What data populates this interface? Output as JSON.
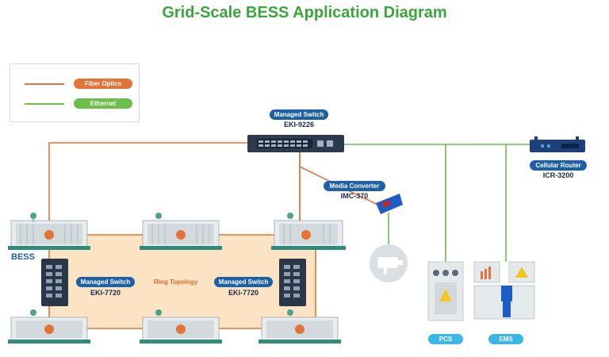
{
  "title": "Grid-Scale BESS Application Diagram",
  "legend": {
    "fiber": {
      "label": "Fiber Optics",
      "color": "#e2733b"
    },
    "ethernet": {
      "label": "Ethernet",
      "color": "#6cbf4b"
    }
  },
  "devices": {
    "core_switch": {
      "role": "Managed Switch",
      "model": "EKI-9226"
    },
    "media_converter": {
      "role": "Media Converter",
      "model": "IMC-370"
    },
    "cellular_router": {
      "role": "Cellular Router",
      "model": "ICR-3200"
    },
    "left_switch": {
      "role": "Managed Switch",
      "model": "EKI-7720"
    },
    "right_switch": {
      "role": "Managed Switch",
      "model": "EKI-7720"
    }
  },
  "bess_label": "BESS",
  "ring_label": "Ring Topology",
  "pcs_label": "PCS",
  "ems_label": "EMS",
  "colors": {
    "title": "#3aa73a",
    "accent_blue": "#1d5fa8",
    "ring_fill": "#fbe3c4",
    "pill_cyan": "#3bb6e8"
  },
  "icons": [
    "battery-container-icon",
    "camera-icon",
    "cabinet-icon",
    "operator-desk-icon",
    "switch-icon",
    "router-icon"
  ]
}
